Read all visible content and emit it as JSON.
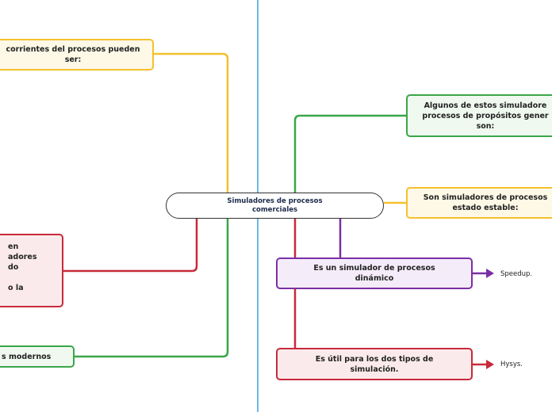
{
  "center_node": {
    "text": "Simuladores de procesos\ncomerciales"
  },
  "nodes": {
    "top_left": "corrientes del procesos pueden\nser:",
    "mid_left": "en\nadores\ndo\n\no la",
    "bottom_left": "s modernos",
    "green_right": "Algunos de estos simuladore\nprocesos de propósitos gener\nson:",
    "yellow_right": "Son simuladores de procesos\nestado estable:",
    "purple": "Es un simulador de procesos\ndinámico",
    "red_right": "Es útil para los dos tipos de\nsimulación."
  },
  "leaves": {
    "speedup": "Speedup.",
    "hysys": "Hysys."
  },
  "colors": {
    "yellow": "#f5c02c",
    "green": "#3aa64a",
    "red": "#c72a3a",
    "purple": "#7a2fa6",
    "divider": "#6cb8e8"
  }
}
